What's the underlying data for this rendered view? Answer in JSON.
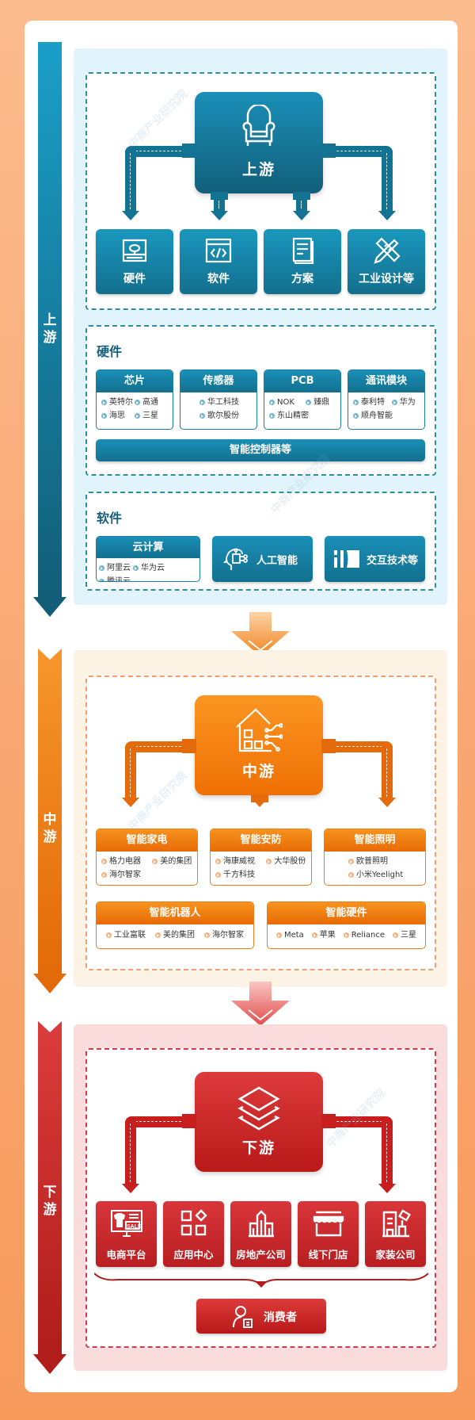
{
  "stages": {
    "upstream": {
      "label": "上游",
      "color": "#137393",
      "panel_bg": "#e2f4fb",
      "dash_color": "#2a8fa0"
    },
    "midstream": {
      "label": "中游",
      "color": "#f07e12",
      "panel_bg": "#fdf3e4",
      "dash_color": "#f0a070"
    },
    "downstream": {
      "label": "下游",
      "color": "#c82427",
      "panel_bg": "#fadcdc",
      "dash_color": "#d43a4c"
    }
  },
  "upstream": {
    "hub": {
      "title": "上游",
      "icon": "armchair-icon"
    },
    "categories": [
      {
        "label": "硬件",
        "icon": "hard-drive-icon"
      },
      {
        "label": "软件",
        "icon": "code-window-icon"
      },
      {
        "label": "方案",
        "icon": "document-icon"
      },
      {
        "label": "工业设计等",
        "icon": "ruler-pencil-icon"
      }
    ],
    "hardware": {
      "title": "硬件",
      "boxes": [
        {
          "title": "芯片",
          "items": [
            "英特尔",
            "高通",
            "海思",
            "三星"
          ]
        },
        {
          "title": "传感器",
          "items": [
            "华工科技",
            "歌尔股份"
          ]
        },
        {
          "title": "PCB",
          "items": [
            "NOK",
            "臻鼎",
            "东山精密"
          ]
        },
        {
          "title": "通讯模块",
          "items": [
            "泰利特",
            "华为",
            "顺舟智能"
          ]
        }
      ],
      "bar": "智能控制器等"
    },
    "software": {
      "title": "软件",
      "cloud": {
        "title": "云计算",
        "items": [
          "阿里云",
          "华为云",
          "腾讯云"
        ]
      },
      "ai": {
        "label": "人工智能",
        "icon": "ai-head-icon"
      },
      "interaction": {
        "label": "交互技术等",
        "icon": "interaction-icon"
      }
    }
  },
  "midstream": {
    "hub": {
      "title": "中游",
      "icon": "smart-home-icon"
    },
    "row1": [
      {
        "title": "智能家电",
        "items": [
          "格力电器",
          "美的集团",
          "海尔智家"
        ]
      },
      {
        "title": "智能安防",
        "items": [
          "海康威视",
          "大华股份",
          "千方科技"
        ]
      },
      {
        "title": "智能照明",
        "items": [
          "欧普照明",
          "小米Yeelight"
        ]
      }
    ],
    "row2": [
      {
        "title": "智能机器人",
        "items": [
          "工业富联",
          "美的集团",
          "海尔智家"
        ]
      },
      {
        "title": "智能硬件",
        "items": [
          "Meta",
          "苹果",
          "Reliance",
          "三星"
        ]
      }
    ]
  },
  "downstream": {
    "hub": {
      "title": "下游",
      "icon": "layers-icon"
    },
    "channels": [
      {
        "label": "电商平台",
        "icon": "ecommerce-sale-icon"
      },
      {
        "label": "应用中心",
        "icon": "app-grid-icon"
      },
      {
        "label": "房地产公司",
        "icon": "buildings-icon"
      },
      {
        "label": "线下门店",
        "icon": "storefront-icon"
      },
      {
        "label": "家装公司",
        "icon": "home-decor-icon"
      }
    ],
    "consumer": {
      "label": "消费者",
      "icon": "consumer-icon"
    }
  },
  "watermark": "中商产业研究院"
}
